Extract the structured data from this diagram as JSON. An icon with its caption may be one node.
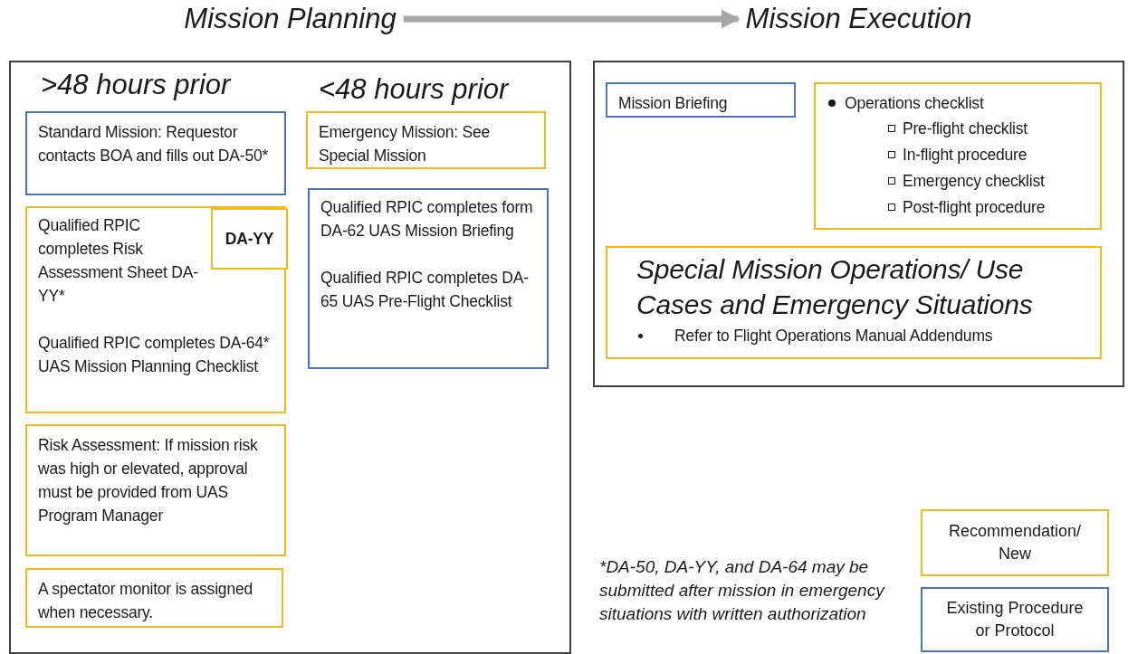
{
  "diagram": {
    "nodes": [
      {
        "text": [
          "Mission Planning"
        ]
      },
      {
        "text": [
          "Standard Mission: Requestor contacts BOA and fills out DA-50*"
        ],
        "in": 0
      },
      {
        "text": [
          "Qualified RPIC completes Risk Assessment Sheet DA-YY*",
          "Qualified RPIC completes DA-64* UAS Mission Planning Checklist"
        ],
        "in": 0
      },
      {
        "text": [
          "DA-YY"
        ],
        "in": 2
      },
      {
        "text": [
          "Risk Assessment: If mission risk was high or elevated, approval must be provided from UAS Program Manager"
        ],
        "in": 0
      },
      {
        "text": [
          "A spectator monitor is assigned when necessary."
        ],
        "in": 0
      },
      {
        "text": [
          "Emergency Mission: See Special Mission"
        ],
        "in": 0
      },
      {
        "text": [
          "Qualified RPIC completes form DA-62 UAS Mission Briefing",
          "Qualified RPIC completes DA-65 UAS Pre-Flight Checklist"
        ],
        "in": 0
      },
      {
        "text": [
          "Mission Execution"
        ]
      },
      {
        "text": [
          "Mission Briefing"
        ],
        "in": 8
      },
      {
        "text": [
          "Operations checklist",
          "Pre-flight checklist",
          "In-flight procedure",
          "Emergency checklist",
          "Post-flight procedure"
        ],
        "in": 8
      },
      {
        "text": [
          "Special Mission Operations/ Use Cases and Emergency Situations",
          "Refer to Flight Operations Manual Addendums"
        ],
        "in": 8
      }
    ],
    "edges": [
      {
        "from": 0,
        "to": 8,
        "arrow": "to",
        "color": "#a6a6a6"
      }
    ],
    "labels": [
      ">48 hours prior",
      "<48 hours prior",
      "*DA-50, DA-YY, and DA-64 may be submitted after mission in emergency situations with written authorization"
    ],
    "legend": [
      {
        "text": "Recommendation/ New",
        "color": "#f5b81c"
      },
      {
        "text": "Existing Procedure or Protocol",
        "color": "#4a72c0"
      }
    ]
  }
}
